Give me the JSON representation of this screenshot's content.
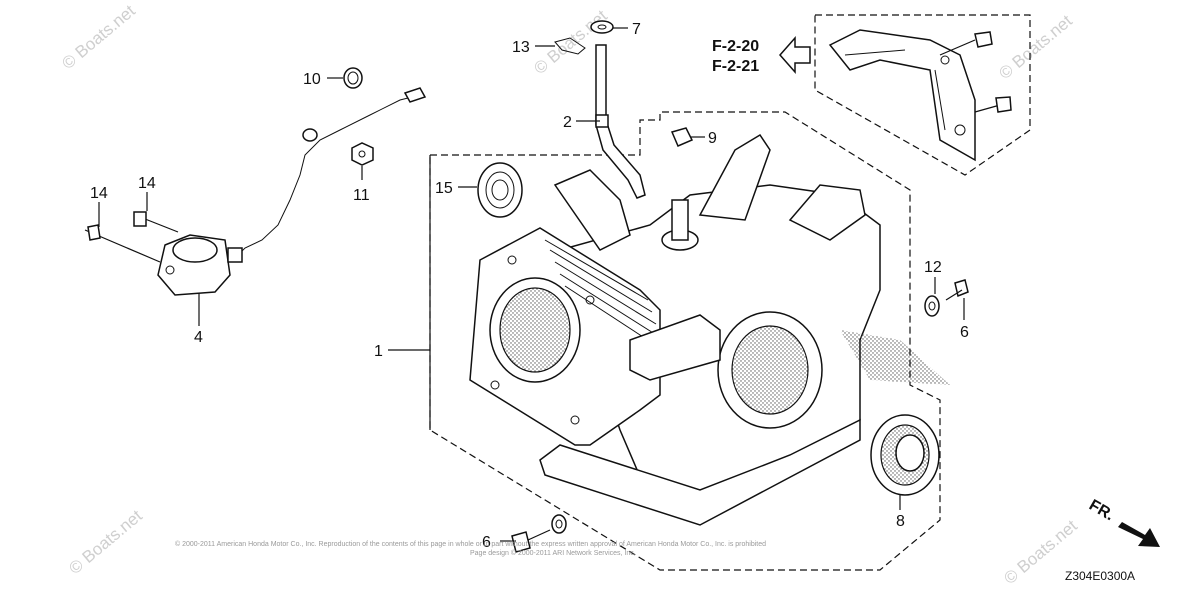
{
  "callouts": {
    "c1": "1",
    "c2": "2",
    "c4": "4",
    "c6a": "6",
    "c6b": "6",
    "c7": "7",
    "c8": "8",
    "c9": "9",
    "c10": "10",
    "c11": "11",
    "c12": "12",
    "c13": "13",
    "c14a": "14",
    "c14b": "14",
    "c15": "15"
  },
  "reference": {
    "line1": "F-2-20",
    "line2": "F-2-21"
  },
  "diagram_code": "Z304E0300A",
  "direction_label": "FR.",
  "watermark": "© Boats.net",
  "copyright": {
    "line1": "© 2000-2011 American Honda Motor Co., Inc. Reproduction of the contents of this page in whole or in part without the express written approval of American Honda Motor Co., Inc. is prohibited",
    "line2": "Page design © 2000-2011 ARI Network Services, Inc."
  }
}
